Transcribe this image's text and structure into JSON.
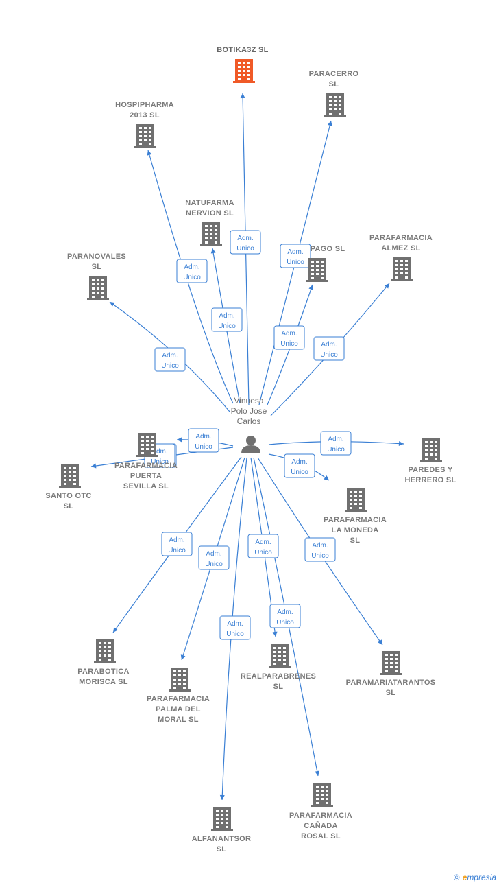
{
  "center": {
    "name_lines": [
      "Vinuesa",
      "Polo Jose",
      "Carlos"
    ],
    "icon": "person-icon"
  },
  "relation_label_lines": [
    "Adm.",
    "Unico"
  ],
  "companies": [
    {
      "id": "botika3z",
      "lines": [
        "BOTIKA3Z  SL"
      ],
      "highlight": true
    },
    {
      "id": "paracerro",
      "lines": [
        "PARACERRO",
        "SL"
      ]
    },
    {
      "id": "hospipharma",
      "lines": [
        "HOSPIPHARMA",
        "2013  SL"
      ]
    },
    {
      "id": "natufarma",
      "lines": [
        "NATUFARMA",
        "NERVION  SL"
      ]
    },
    {
      "id": "pago",
      "lines": [
        "PAGO  SL"
      ]
    },
    {
      "id": "parafarmacia-almez",
      "lines": [
        "PARAFARMACIA",
        "ALMEZ  SL"
      ]
    },
    {
      "id": "paranovales",
      "lines": [
        "PARANOVALES",
        "SL"
      ]
    },
    {
      "id": "parafarmacia-puerta-sevilla",
      "lines": [
        "PARAFARMACIA",
        "PUERTA",
        "SEVILLA  SL"
      ]
    },
    {
      "id": "santo-otc",
      "lines": [
        "SANTO OTC",
        "SL"
      ]
    },
    {
      "id": "paredes-y-herrero",
      "lines": [
        "PAREDES Y",
        "HERRERO  SL"
      ]
    },
    {
      "id": "parafarmacia-la-moneda",
      "lines": [
        "PARAFARMACIA",
        "LA MONEDA",
        "SL"
      ]
    },
    {
      "id": "parabotica-morisca",
      "lines": [
        "PARABOTICA",
        "MORISCA  SL"
      ]
    },
    {
      "id": "parafarmacia-palma-del-moral",
      "lines": [
        "PARAFARMACIA",
        "PALMA DEL",
        "MORAL  SL"
      ]
    },
    {
      "id": "realparabrenes",
      "lines": [
        "REALPARABRENES",
        "SL"
      ]
    },
    {
      "id": "paramariatarantos",
      "lines": [
        "PARAMARIATARANTOS",
        "SL"
      ]
    },
    {
      "id": "alfanantsor",
      "lines": [
        "ALFANANTSOR",
        "SL"
      ]
    },
    {
      "id": "parafarmacia-canada-rosal",
      "lines": [
        "PARAFARMACIA",
        "CAÑADA",
        "ROSAL  SL"
      ]
    }
  ],
  "footer": {
    "copyright": "©",
    "brand_initial": "e",
    "brand_rest": "mpresia"
  },
  "colors": {
    "edge": "#3a7fd4",
    "building": "#707070",
    "building_highlight": "#f05a28",
    "person": "#707070"
  }
}
